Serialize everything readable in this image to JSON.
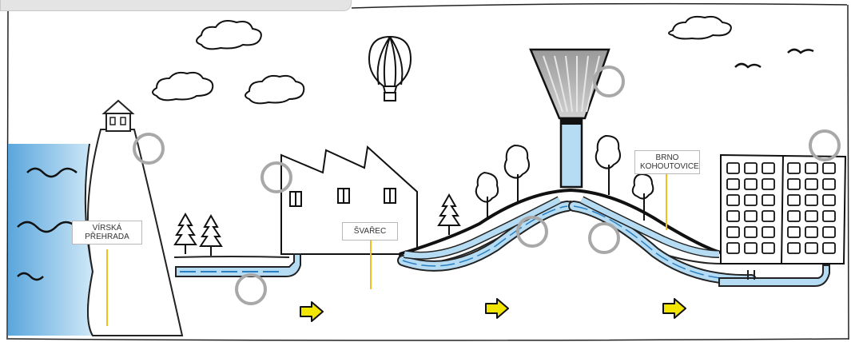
{
  "colors": {
    "water": "#a8d4ee",
    "water_dark": "#5fa8d8",
    "pipe_stroke": "#2a7fc0",
    "hotspot_ring": "#a8a8a8",
    "arrow_fill": "#f2e600",
    "label_line": "#f0c020",
    "tower_top": "#b0b0b0"
  },
  "labels": {
    "dam": {
      "line1": "VÍRSKÁ",
      "line2": "PŘEHRADA"
    },
    "factory": {
      "line1": "ŠVAŘEC"
    },
    "city": {
      "line1": "BRNO",
      "line2": "KOHOUTOVICE"
    }
  },
  "hotspots": [
    "dam-tower",
    "dam-pipe",
    "factory-roof",
    "hill-left",
    "water-tower",
    "hill-right",
    "apartment-roof"
  ],
  "icons": {
    "arrows": [
      "right-arrow-icon",
      "right-arrow-icon",
      "right-arrow-icon"
    ],
    "clouds": [
      "cloud-icon",
      "cloud-icon",
      "cloud-icon",
      "cloud-icon"
    ],
    "balloon": "hot-air-balloon-icon",
    "birds": [
      "bird-icon",
      "bird-icon"
    ]
  }
}
